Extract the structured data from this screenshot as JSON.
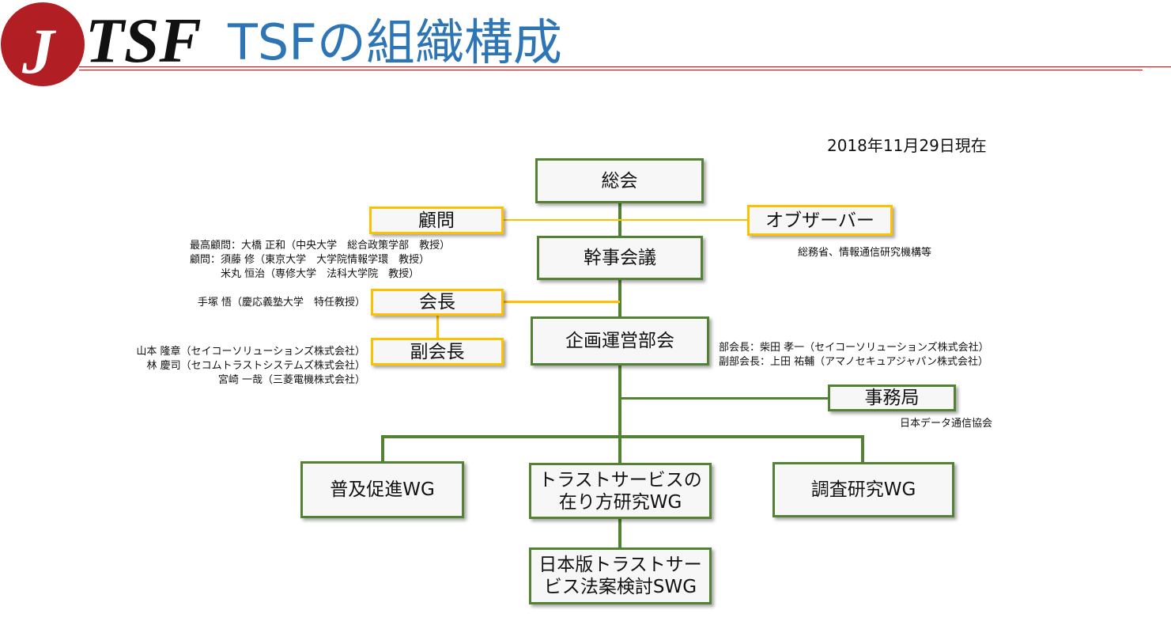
{
  "header": {
    "logo_text": "JTSF",
    "title": "TSFの組織構成"
  },
  "date": "2018年11月29日現在",
  "boxes": {
    "general": "総会",
    "advisor": "顧問",
    "observer": "オブザーバー",
    "board": "幹事会議",
    "chair": "会長",
    "vice_chair": "副会長",
    "planning": "企画運営部会",
    "secretariat": "事務局",
    "wg1": "普及促進WG",
    "wg2": "トラストサービスの在り方研究WG",
    "wg3": "調査研究WG",
    "swg": "日本版トラストサービス法案検討SWG"
  },
  "notes": {
    "advisors": [
      "最高顧問：大橋 正和（中央大学　総合政策学部　教授）",
      "顧問：須藤 修（東京大学　大学院情報学環　教授）",
      "　　　米丸 恒治（専修大学　法科大学院　教授）"
    ],
    "chair": "手塚 悟（慶応義塾大学　特任教授）",
    "vice_chairs": [
      "山本 隆章（セイコーソリューションズ株式会社）",
      "林 慶司（セコムトラストシステムズ株式会社）",
      "宮崎 一哉（三菱電機株式会社）"
    ],
    "observer": "総務省、情報通信研究機構等",
    "planning": [
      "部会長：柴田 孝一（セイコーソリューションズ株式会社）",
      "副部会長：上田 祐輔（アマノセキュアジャパン株式会社）"
    ],
    "secretariat": "日本データ通信協会"
  },
  "colors": {
    "green": "#548235",
    "yellow": "#ffc000",
    "title": "#2e75b6",
    "logo_red": "#b11f24"
  }
}
